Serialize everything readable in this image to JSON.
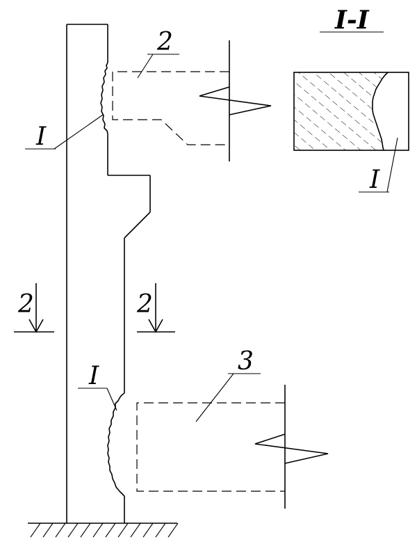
{
  "section_title": "I-I",
  "labels": {
    "beam_upper": "2",
    "beam_lower": "3",
    "crack_upper": "I",
    "crack_lower": "I",
    "crack_section": "I",
    "cut_left": "2",
    "cut_right": "2"
  }
}
